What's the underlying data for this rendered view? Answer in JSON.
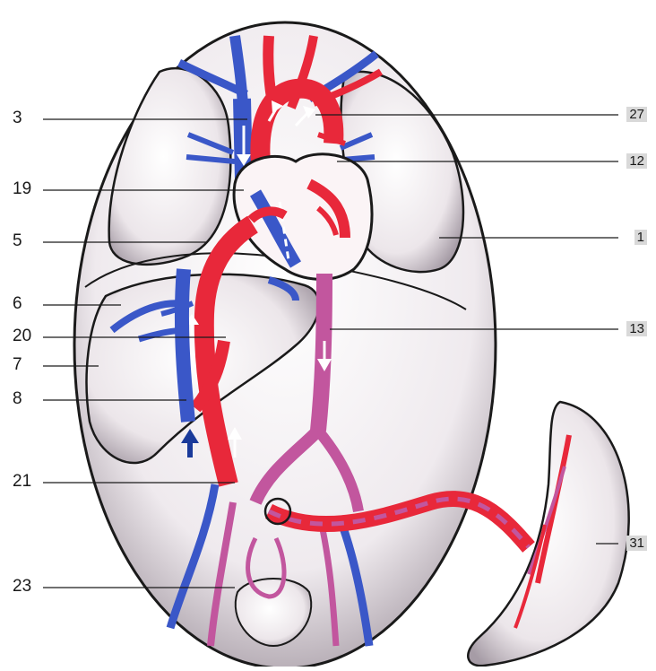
{
  "figure": {
    "title": "",
    "left_labels": [
      "3",
      "19",
      "5",
      "6",
      "20",
      "7",
      "8",
      "21",
      "23"
    ],
    "right_labels": [
      "27",
      "12",
      "1",
      "13",
      "31"
    ],
    "colors": {
      "arterial": "#e8283a",
      "venous": "#3a57c8",
      "mixed": "#c2569e",
      "outline": "#1a1a1a",
      "shade": "#b9b0b8"
    }
  }
}
